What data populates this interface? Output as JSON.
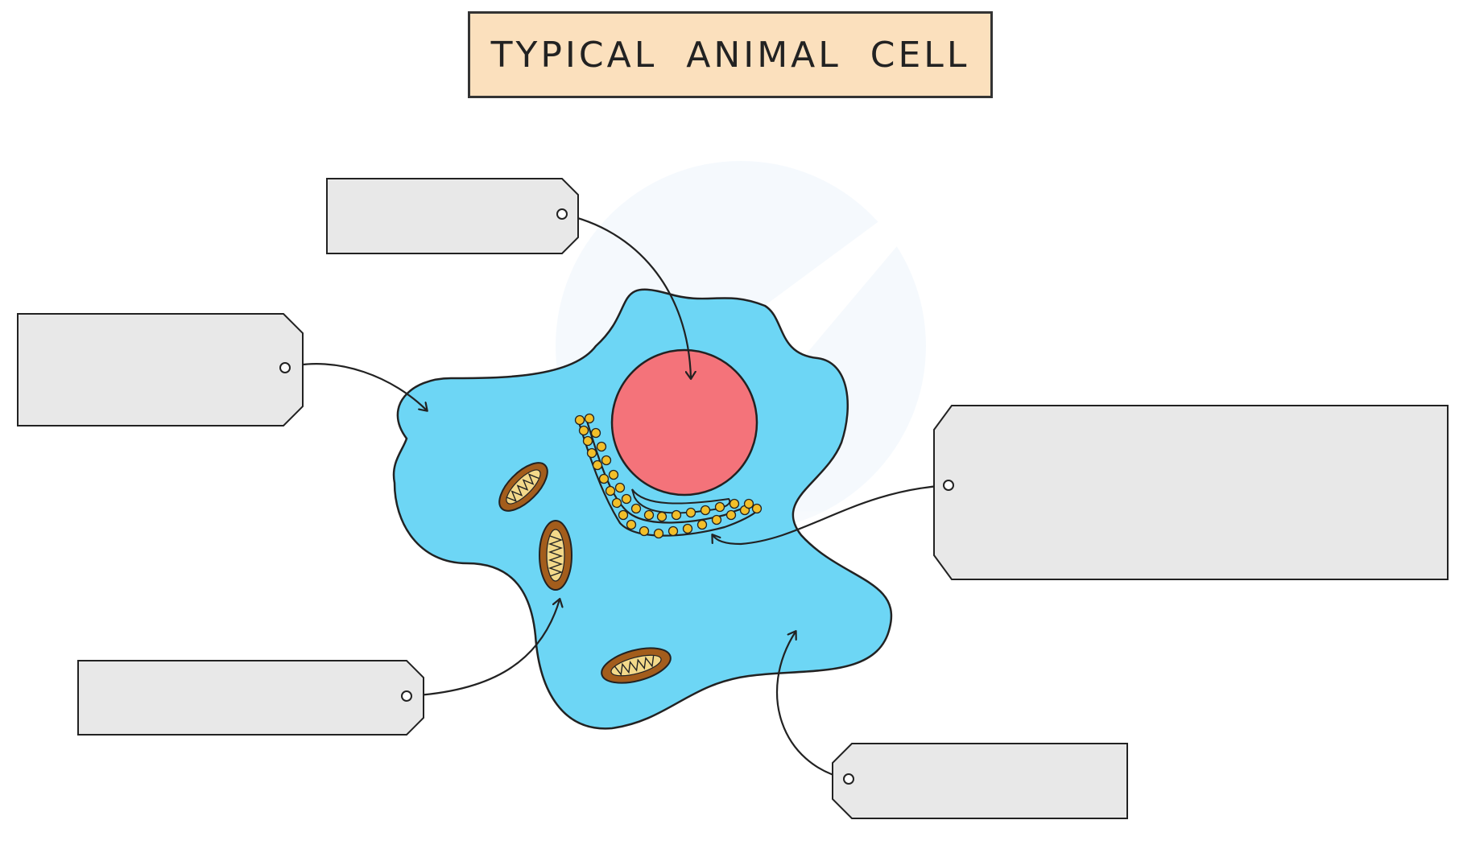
{
  "title": "TYPICAL ANIMAL CELL",
  "colors": {
    "title_fill": "#fbe0bd",
    "label_fill": "#e8e8e8",
    "cytoplasm": "#6dd6f5",
    "nucleus": "#f4737a",
    "mitochondrion_outer": "#a35d1c",
    "mitochondrion_inner": "#f3d98a",
    "ribosome": "#f2bf2a",
    "outline": "#222222"
  },
  "labels": [
    {
      "id": "nucleus",
      "text": ""
    },
    {
      "id": "cell-membrane",
      "text": ""
    },
    {
      "id": "mitochondria",
      "text": ""
    },
    {
      "id": "rough-er",
      "text": ""
    },
    {
      "id": "cytoplasm",
      "text": ""
    }
  ]
}
